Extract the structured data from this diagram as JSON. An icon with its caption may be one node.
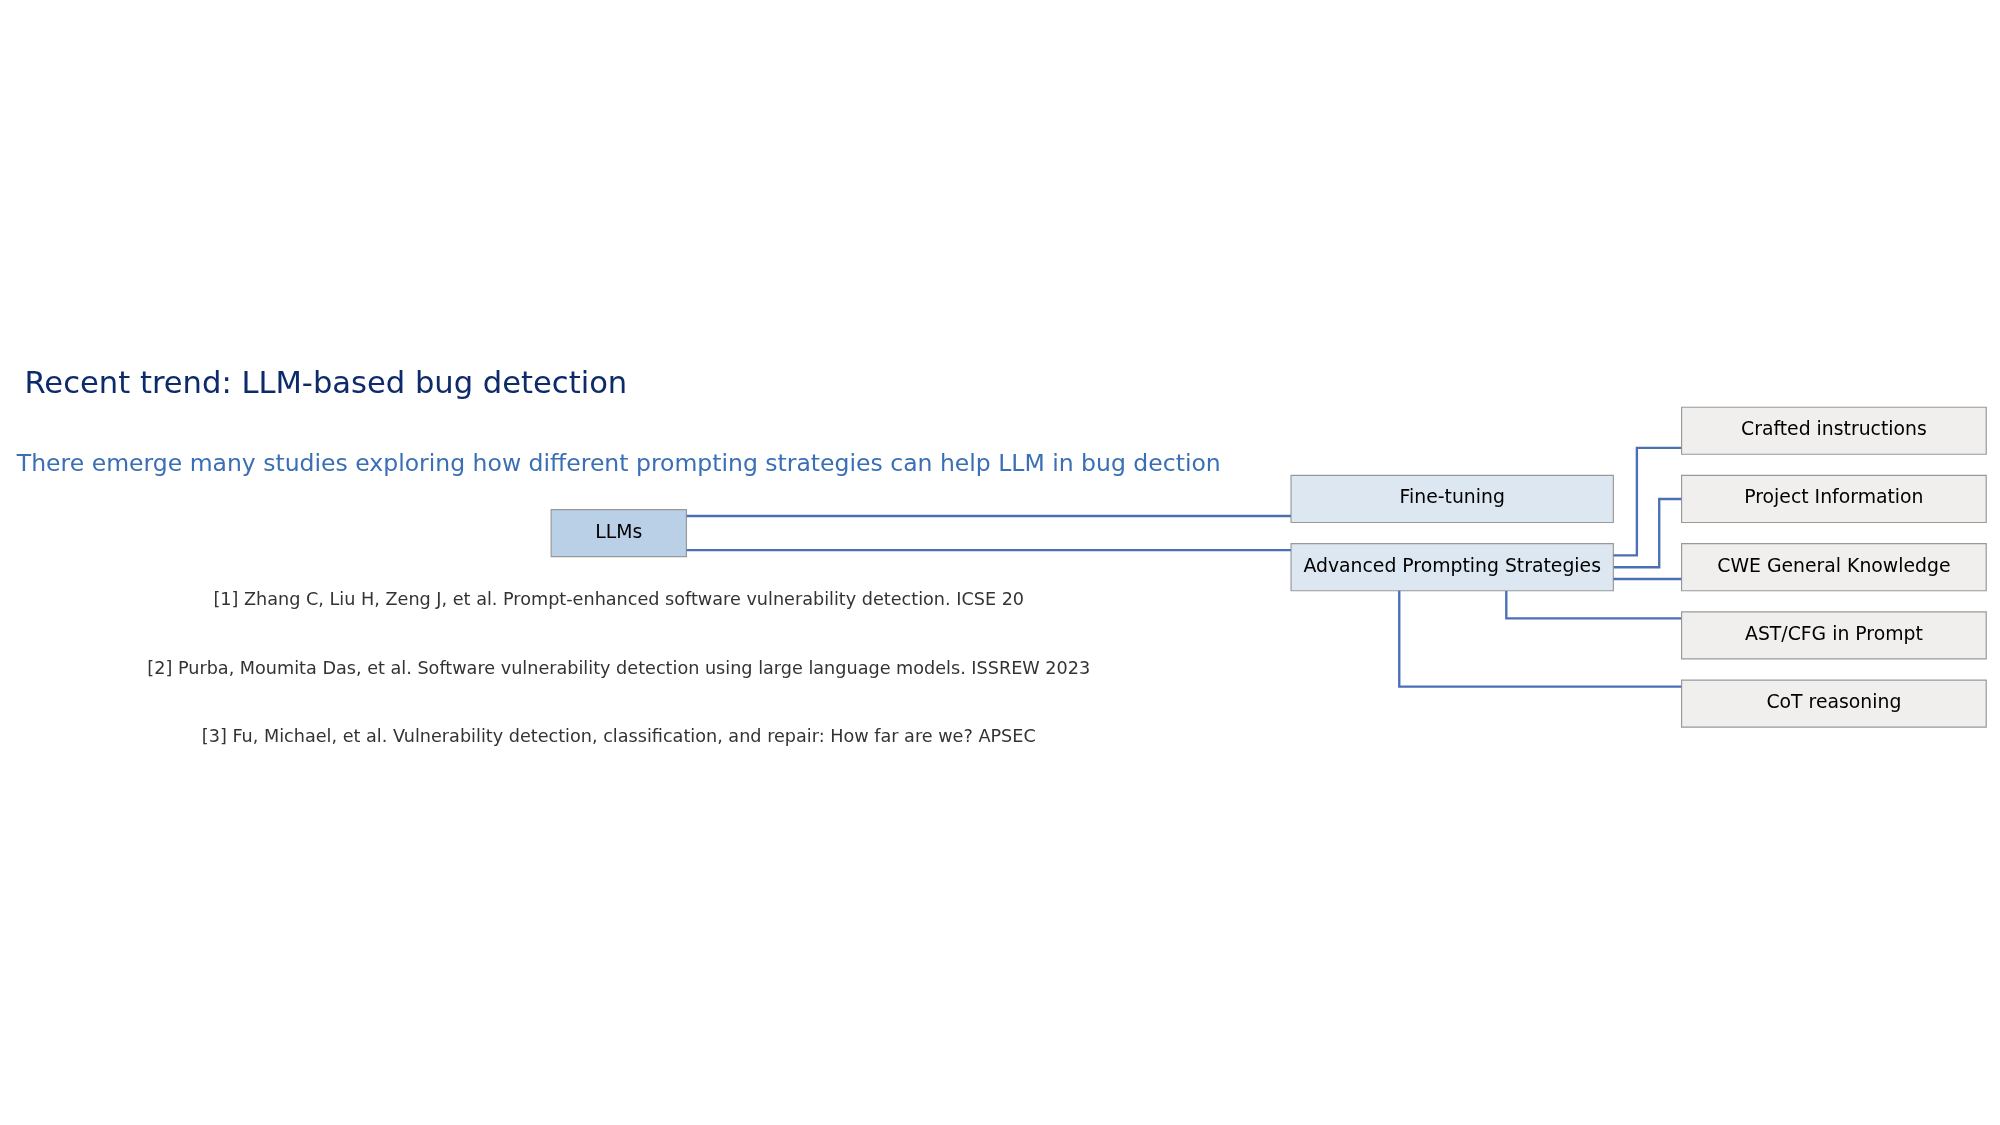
{
  "diagram": {
    "title": "Recent trend: LLM-based bug detection",
    "nodes": [
      {
        "text": [
          "LLMs"
        ]
      },
      {
        "text": [
          "Fine-tuning"
        ]
      },
      {
        "text": [
          "Advanced Prompting Strategies"
        ]
      },
      {
        "text": [
          "Crafted instructions"
        ]
      },
      {
        "text": [
          "Project Information"
        ]
      },
      {
        "text": [
          "CWE General Knowledge"
        ]
      },
      {
        "text": [
          "AST/CFG in Prompt"
        ]
      },
      {
        "text": [
          "CoT reasoning"
        ]
      }
    ],
    "edges": [
      {
        "from": 0,
        "to": 1,
        "arrow": "none"
      },
      {
        "from": 0,
        "to": 2,
        "arrow": "none"
      },
      {
        "from": 2,
        "to": 3,
        "arrow": "none"
      },
      {
        "from": 2,
        "to": 4,
        "arrow": "none"
      },
      {
        "from": 2,
        "to": 5,
        "arrow": "none"
      },
      {
        "from": 2,
        "to": 6,
        "arrow": "none"
      },
      {
        "from": 2,
        "to": 7,
        "arrow": "none"
      }
    ],
    "labels": [
      "There emerge many studies exploring how different prompting strategies can help LLM in bug dection",
      "[1] Zhang C, Liu H, Zeng J, et al. Prompt-enhanced software vulnerability detection. ICSE 20",
      "[2] Purba, Moumita Das, et al. Software vulnerability detection using large language models. ISSREW 2023",
      "[3] Fu, Michael, et al. Vulnerability detection, classification, and repair: How far are we? APSEC"
    ]
  }
}
